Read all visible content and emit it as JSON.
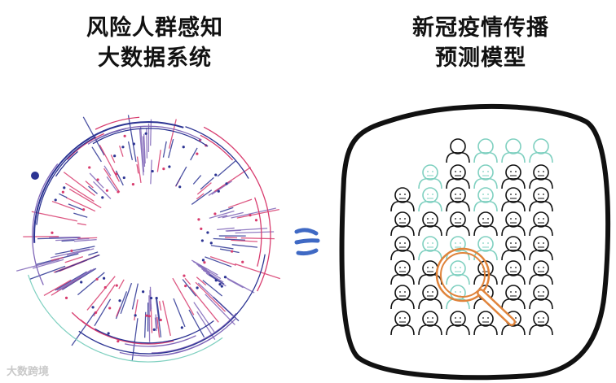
{
  "left_panel": {
    "title_line1": "风险人群感知",
    "title_line2": "大数据系统"
  },
  "right_panel": {
    "title_line1": "新冠疫情传播",
    "title_line2": "预测模型"
  },
  "watermark": "大数跨境",
  "colors": {
    "navy": "#2c3493",
    "pink": "#d83c6e",
    "violet": "#7f66b8",
    "teal": "#7fd0c0",
    "orange": "#e0833a",
    "ink": "#111111"
  },
  "icons": [
    "radial-data-graph-icon",
    "arrow-right-icon",
    "people-grid-icon",
    "magnifier-icon"
  ]
}
